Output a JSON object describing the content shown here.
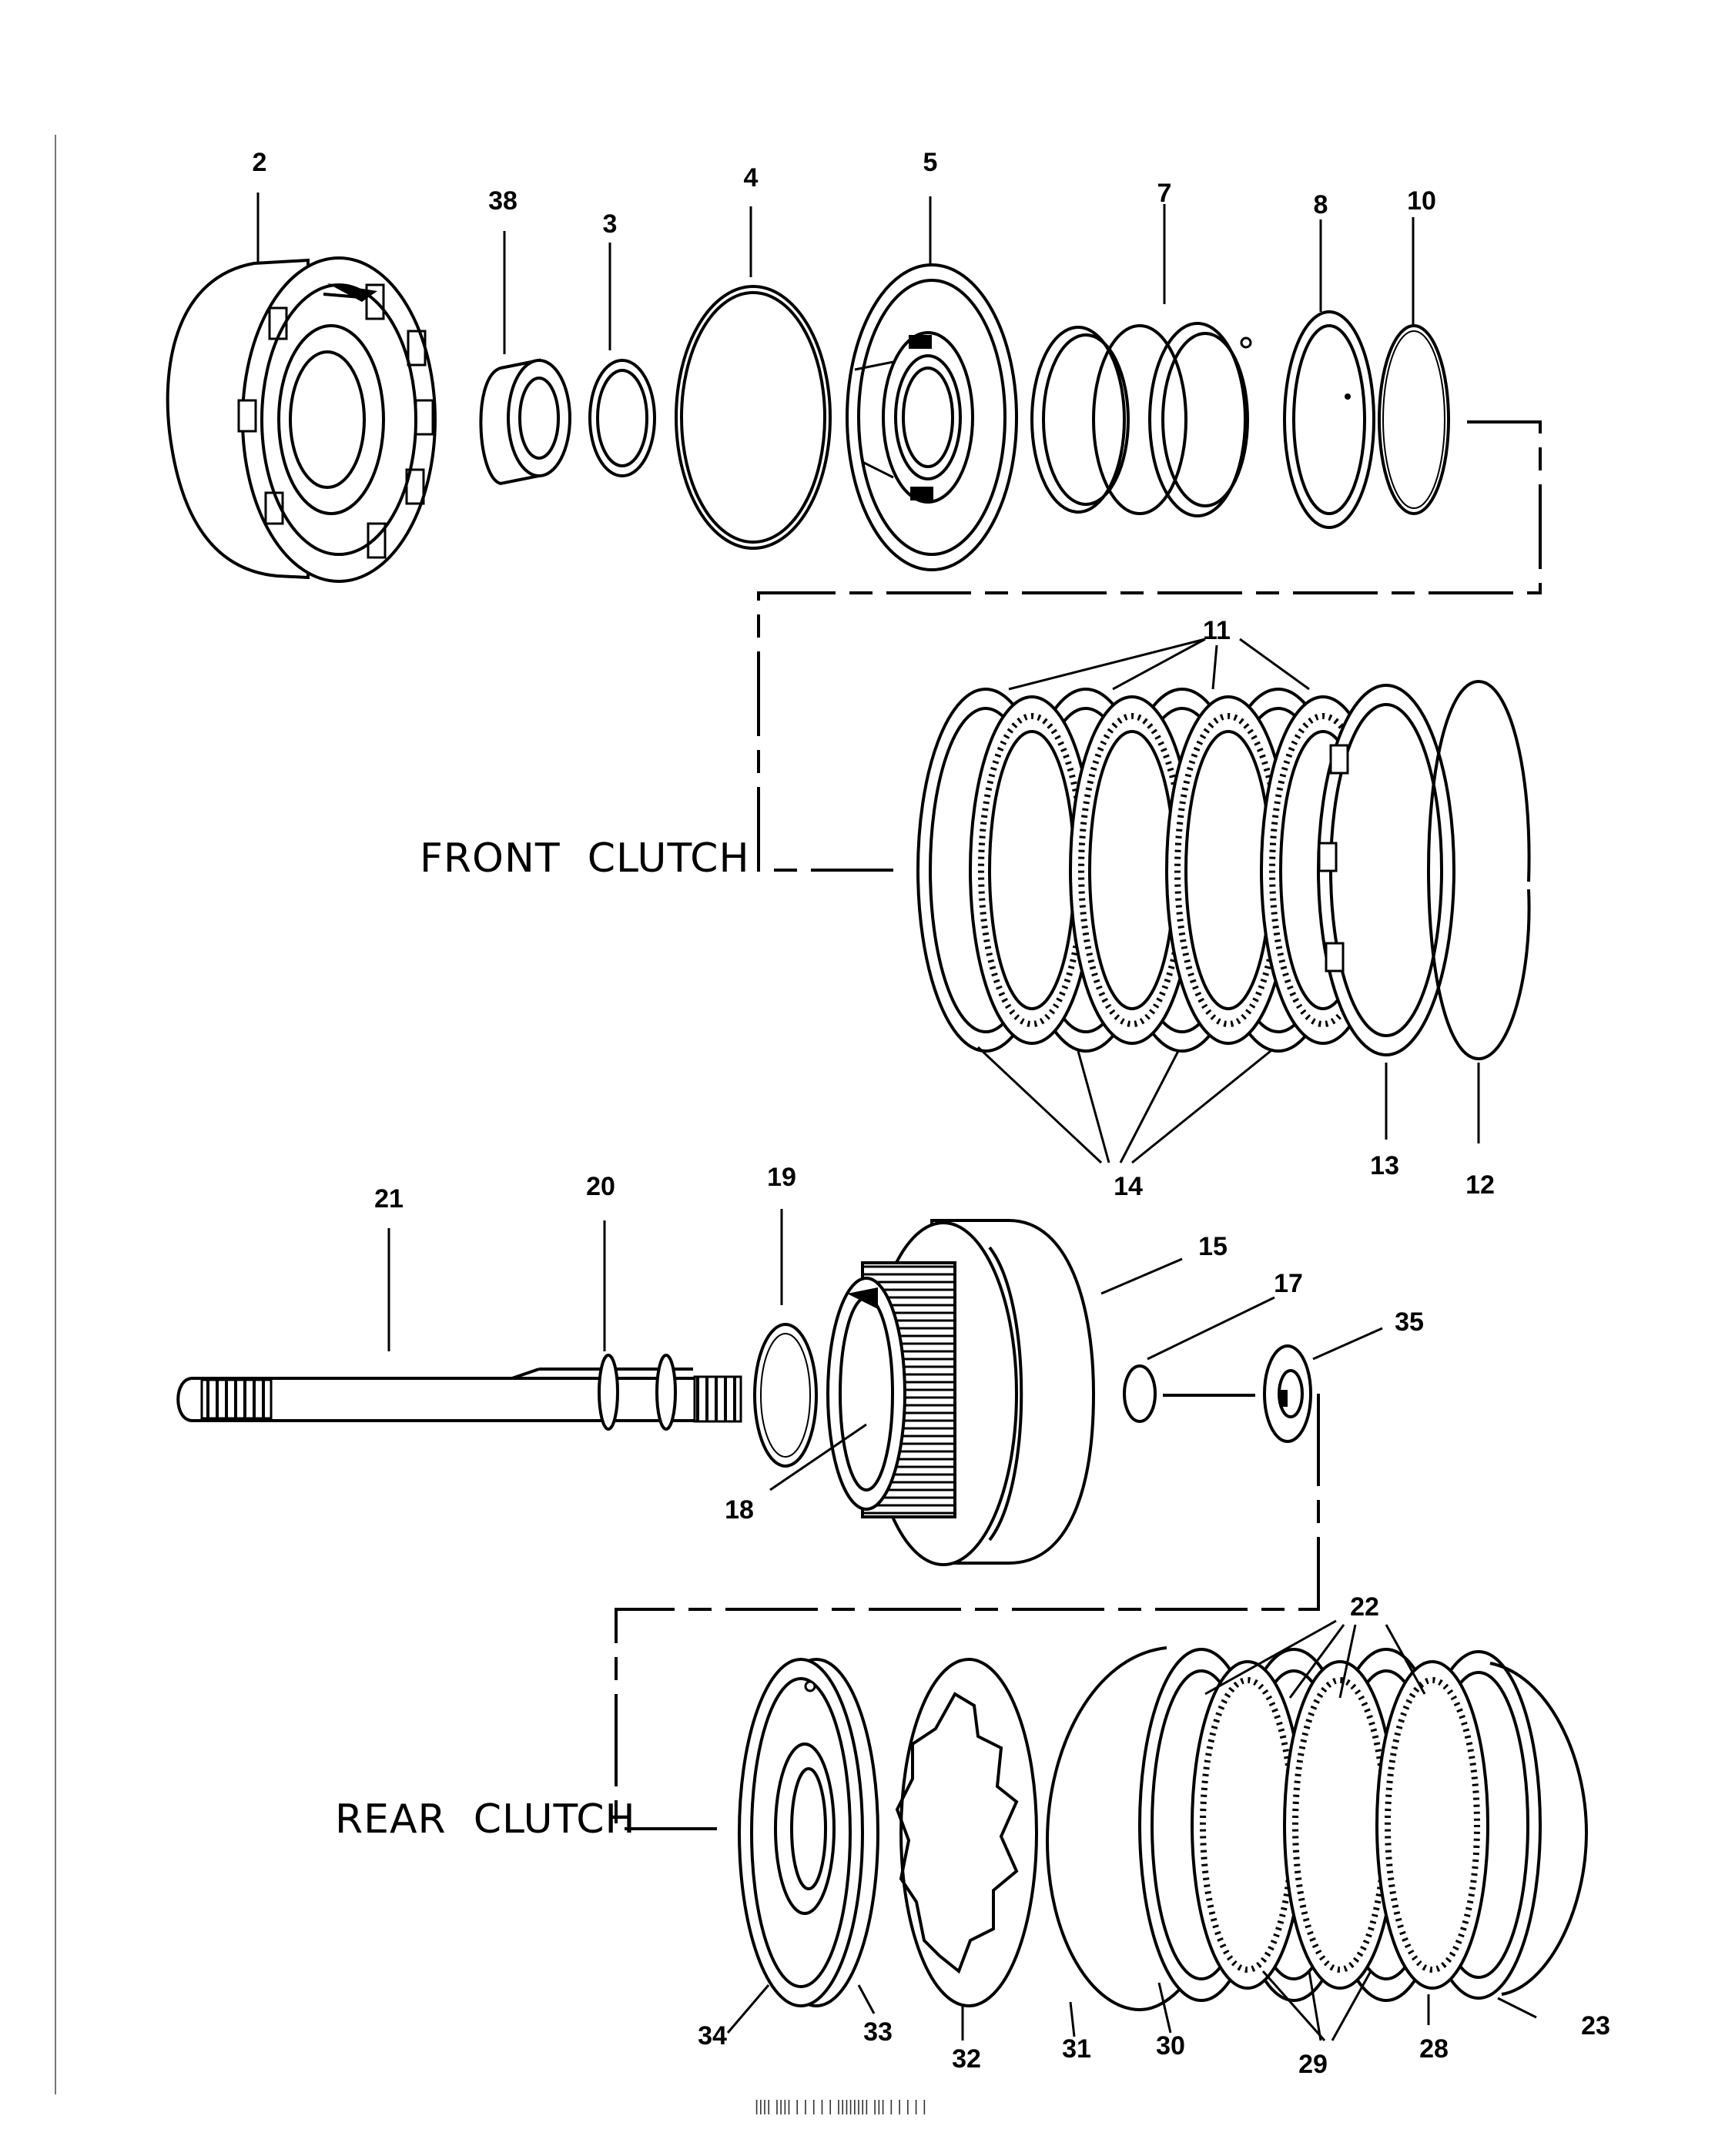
{
  "labels": {
    "l2": "2",
    "l38": "38",
    "l3": "3",
    "l4": "4",
    "l5": "5",
    "l7": "7",
    "l8": "8",
    "l10": "10",
    "l11": "11",
    "l12": "12",
    "l13": "13",
    "l14": "14",
    "l15": "15",
    "l17": "17",
    "l18": "18",
    "l19": "19",
    "l20": "20",
    "l21": "21",
    "l22": "22",
    "l23": "23",
    "l28": "28",
    "l29": "29",
    "l30": "30",
    "l31": "31",
    "l32": "32",
    "l33": "33",
    "l34": "34",
    "l35": "35"
  },
  "titles": {
    "front": "FRONT  CLUTCH",
    "rear": "REAR  CLUTCH"
  },
  "footer": "||||  ||||  |  | | |  |  ||||||||  |||  |  |  |  |  |"
}
